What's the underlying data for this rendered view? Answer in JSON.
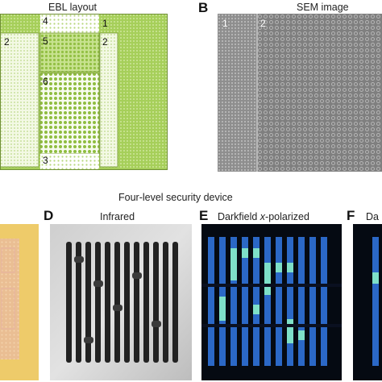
{
  "panel_a": {
    "title": "EBL layout",
    "region_labels": [
      "4",
      "1",
      "2",
      "5",
      "2",
      "6",
      "3"
    ]
  },
  "panel_b": {
    "letter": "B",
    "title": "SEM image",
    "labels": [
      "1",
      "2"
    ]
  },
  "section_title": "Four-level security device",
  "panel_d": {
    "letter": "D",
    "title": "Infrared"
  },
  "panel_e": {
    "letter": "E",
    "title_prefix": "Darkfield ",
    "title_italic": "x",
    "title_suffix": "-polarized"
  },
  "panel_f": {
    "letter": "F",
    "title": "Da"
  },
  "colors": {
    "ebl_green": "#a6cf5a",
    "ebl_light": "#e9f4cc",
    "sem_gray": "#8a8a8a",
    "optical_yellow": "#efcc6a",
    "darkfield_blue": "#2b68c6",
    "darkfield_cyan": "#7ee0c8"
  }
}
